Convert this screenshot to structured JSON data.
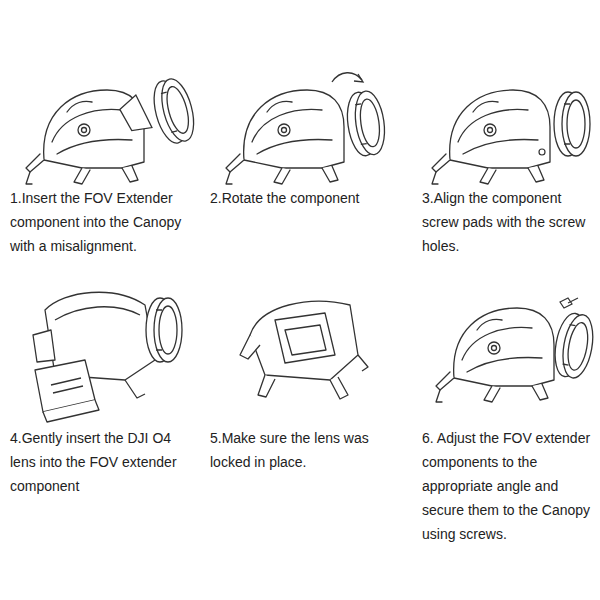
{
  "diagram": {
    "labels": [
      "1.Insert the FOV Extender component into the Canopy with a misalignment.",
      "2.Rotate the component",
      "3.Align the component screw pads with the screw holes.",
      "4.Gently insert the DJI O4 lens into the FOV extender component",
      "5.Make sure the lens was locked in place.",
      "6. Adjust the FOV extender components to the appropriate angle and secure them to the Canopy using screws."
    ]
  }
}
